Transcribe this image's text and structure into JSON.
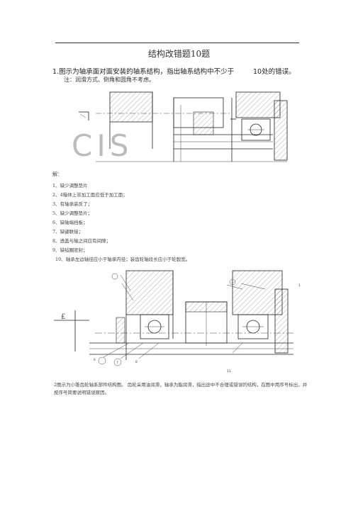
{
  "title": "结构改错题10题",
  "question1": {
    "number": "1.",
    "text": "图示为轴承面对面安装的轴系结构，指出轴系结构中不少于",
    "count": "10",
    "tail": "处的错误。",
    "note": "注：润滑方式、倒角和圆角不考虑。"
  },
  "figure1": {
    "stamp_text": "CIS"
  },
  "answer": {
    "heading": "解：",
    "items": [
      "1、缺少调整垫片",
      "2、4箱体上非加工面应低于加工面；",
      "3、有轴承装反了；",
      "5、缺少调整垫片；",
      "6、缺轴端挡板；",
      "7、缺键联接；",
      "8、透盖与轴之间应有间隙；",
      "9、缺毡圈密封；",
      "10、轴承左边轴径应小于轴承内径；装齿轮轴段长应小于轮毂宽。"
    ]
  },
  "figure2": {
    "labels": [
      "6",
      "7",
      "8",
      "11",
      "3",
      "1",
      "£"
    ]
  },
  "question2": {
    "text": "2图示为小锥齿轮轴系部件结构图。 齿轮采用油润滑，轴承为脂润滑，指出途中不合理或错误的结构，在图中用序号标出，并按序号简要说明错误原因。"
  }
}
